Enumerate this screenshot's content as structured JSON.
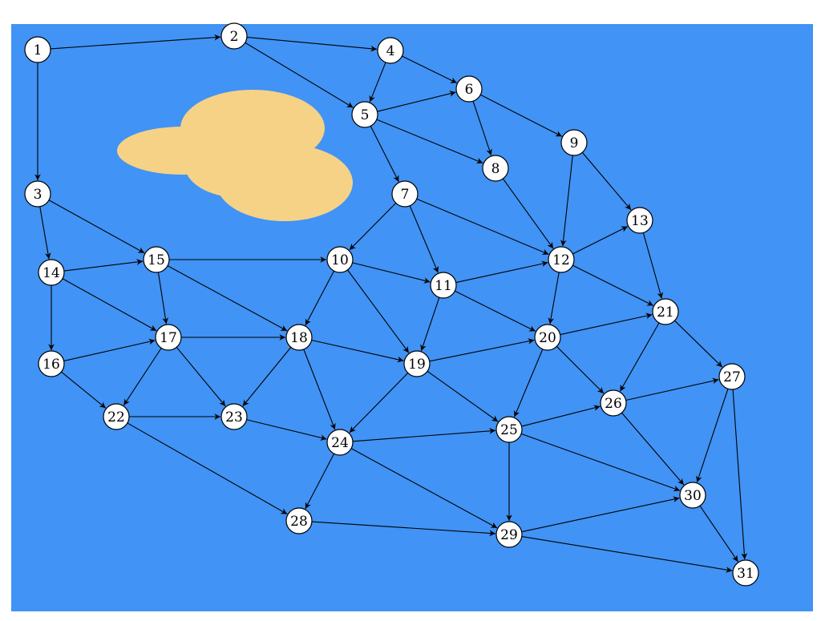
{
  "diagram": {
    "background_color": "#4193f5",
    "blob_color": "#f6d286",
    "node_fill": "#ffffff",
    "edge_color": "#000000",
    "nodes": [
      {
        "id": "1"
      },
      {
        "id": "2"
      },
      {
        "id": "3"
      },
      {
        "id": "4"
      },
      {
        "id": "5"
      },
      {
        "id": "6"
      },
      {
        "id": "7"
      },
      {
        "id": "8"
      },
      {
        "id": "9"
      },
      {
        "id": "10"
      },
      {
        "id": "11"
      },
      {
        "id": "12"
      },
      {
        "id": "13"
      },
      {
        "id": "14"
      },
      {
        "id": "15"
      },
      {
        "id": "16"
      },
      {
        "id": "17"
      },
      {
        "id": "18"
      },
      {
        "id": "19"
      },
      {
        "id": "20"
      },
      {
        "id": "21"
      },
      {
        "id": "22"
      },
      {
        "id": "23"
      },
      {
        "id": "24"
      },
      {
        "id": "25"
      },
      {
        "id": "26"
      },
      {
        "id": "27"
      },
      {
        "id": "28"
      },
      {
        "id": "29"
      },
      {
        "id": "30"
      },
      {
        "id": "31"
      }
    ],
    "edges": [
      [
        "1",
        "2"
      ],
      [
        "1",
        "3"
      ],
      [
        "2",
        "4"
      ],
      [
        "2",
        "5"
      ],
      [
        "4",
        "5"
      ],
      [
        "4",
        "6"
      ],
      [
        "5",
        "6"
      ],
      [
        "5",
        "8"
      ],
      [
        "5",
        "7"
      ],
      [
        "6",
        "8"
      ],
      [
        "6",
        "9"
      ],
      [
        "9",
        "12"
      ],
      [
        "9",
        "13"
      ],
      [
        "8",
        "12"
      ],
      [
        "7",
        "10"
      ],
      [
        "7",
        "11"
      ],
      [
        "7",
        "12"
      ],
      [
        "12",
        "13"
      ],
      [
        "3",
        "14"
      ],
      [
        "3",
        "15"
      ],
      [
        "14",
        "15"
      ],
      [
        "14",
        "16"
      ],
      [
        "14",
        "17"
      ],
      [
        "15",
        "10"
      ],
      [
        "15",
        "17"
      ],
      [
        "15",
        "18"
      ],
      [
        "10",
        "11"
      ],
      [
        "10",
        "18"
      ],
      [
        "10",
        "19"
      ],
      [
        "11",
        "12"
      ],
      [
        "11",
        "19"
      ],
      [
        "11",
        "20"
      ],
      [
        "12",
        "20"
      ],
      [
        "12",
        "21"
      ],
      [
        "13",
        "21"
      ],
      [
        "16",
        "17"
      ],
      [
        "16",
        "22"
      ],
      [
        "17",
        "18"
      ],
      [
        "17",
        "22"
      ],
      [
        "17",
        "23"
      ],
      [
        "18",
        "19"
      ],
      [
        "18",
        "23"
      ],
      [
        "18",
        "24"
      ],
      [
        "19",
        "20"
      ],
      [
        "19",
        "24"
      ],
      [
        "19",
        "25"
      ],
      [
        "20",
        "21"
      ],
      [
        "20",
        "25"
      ],
      [
        "20",
        "26"
      ],
      [
        "21",
        "26"
      ],
      [
        "21",
        "27"
      ],
      [
        "22",
        "23"
      ],
      [
        "22",
        "28"
      ],
      [
        "23",
        "24"
      ],
      [
        "24",
        "25"
      ],
      [
        "24",
        "28"
      ],
      [
        "24",
        "29"
      ],
      [
        "25",
        "26"
      ],
      [
        "25",
        "29"
      ],
      [
        "25",
        "30"
      ],
      [
        "26",
        "27"
      ],
      [
        "26",
        "30"
      ],
      [
        "27",
        "30"
      ],
      [
        "27",
        "31"
      ],
      [
        "28",
        "29"
      ],
      [
        "29",
        "30"
      ],
      [
        "29",
        "31"
      ],
      [
        "30",
        "31"
      ]
    ]
  }
}
